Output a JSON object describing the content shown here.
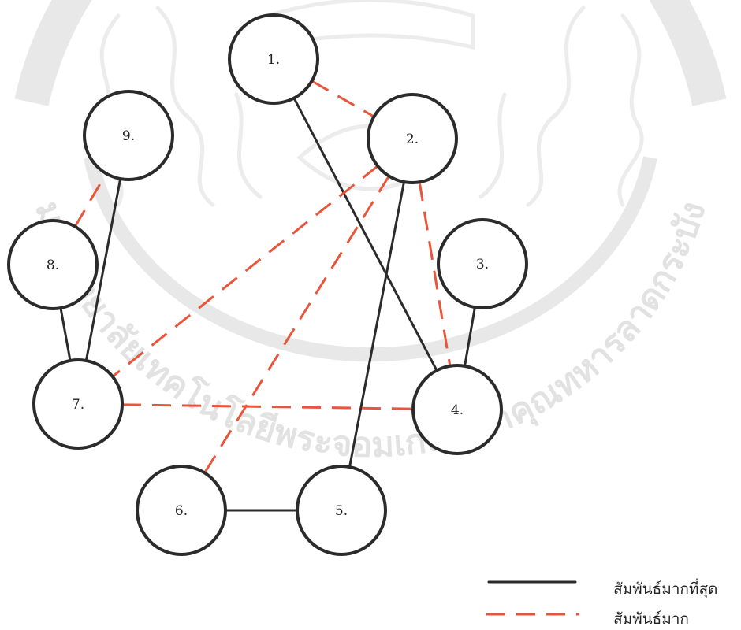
{
  "nodes": [
    {
      "id": 1,
      "label": "1."
    },
    {
      "id": 2,
      "label": "2."
    },
    {
      "id": 3,
      "label": "3."
    },
    {
      "id": 4,
      "label": "4."
    },
    {
      "id": 5,
      "label": "5."
    },
    {
      "id": 6,
      "label": "6."
    },
    {
      "id": 7,
      "label": "7."
    },
    {
      "id": 8,
      "label": "8."
    },
    {
      "id": 9,
      "label": "9."
    }
  ],
  "edges": [
    {
      "from": 1,
      "to": 2,
      "type": "dashed"
    },
    {
      "from": 1,
      "to": 4,
      "type": "solid"
    },
    {
      "from": 2,
      "to": 5,
      "type": "solid"
    },
    {
      "from": 2,
      "to": 4,
      "type": "dashed"
    },
    {
      "from": 2,
      "to": 7,
      "type": "dashed"
    },
    {
      "from": 2,
      "to": 6,
      "type": "dashed"
    },
    {
      "from": 3,
      "to": 4,
      "type": "solid"
    },
    {
      "from": 5,
      "to": 6,
      "type": "solid"
    },
    {
      "from": 7,
      "to": 4,
      "type": "dashed"
    },
    {
      "from": 7,
      "to": 8,
      "type": "solid"
    },
    {
      "from": 7,
      "to": 9,
      "type": "solid"
    },
    {
      "from": 8,
      "to": 9,
      "type": "dashed"
    }
  ],
  "legend": {
    "solid_label": "สัมพันธ์มากที่สุด",
    "dashed_label": "สัมพันธ์มาก"
  },
  "watermark_text": "มหาวิทยาลัยเทคโนโลยีพระจอมเกล้าเจ้าคุณทหารลาดกระบัง",
  "colors": {
    "solid_line": "#2b2b2b",
    "dashed_line": "#e8553a",
    "node_stroke": "#2b2b2b",
    "watermark": "#e8e8e8"
  }
}
